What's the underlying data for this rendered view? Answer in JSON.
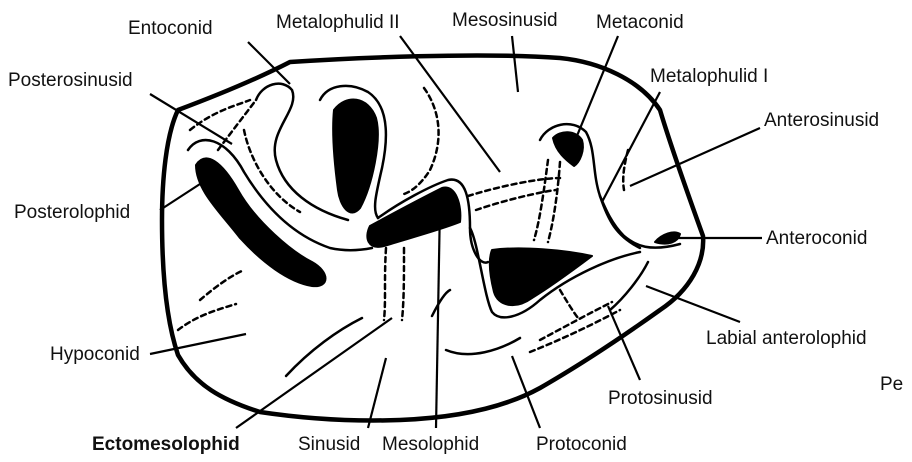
{
  "labels": {
    "entoconid": "Entoconid",
    "metalophulid_ii": "Metalophulid II",
    "mesosinusid": "Mesosinusid",
    "metaconid": "Metaconid",
    "metalophulid_i": "Metalophulid I",
    "posterosinusid": "Posterosinusid",
    "anterosinusid": "Anterosinusid",
    "posterolophid": "Posterolophid",
    "anteroconid": "Anteroconid",
    "labial_anterolophid": "Labial anterolophid",
    "hypoconid": "Hypoconid",
    "protosinusid": "Protosinusid",
    "ectomesolophid": "Ectomesolophid",
    "sinusid": "Sinusid",
    "mesolophid": "Mesolophid",
    "protoconid": "Protoconid",
    "cropped_text": "Pe"
  }
}
